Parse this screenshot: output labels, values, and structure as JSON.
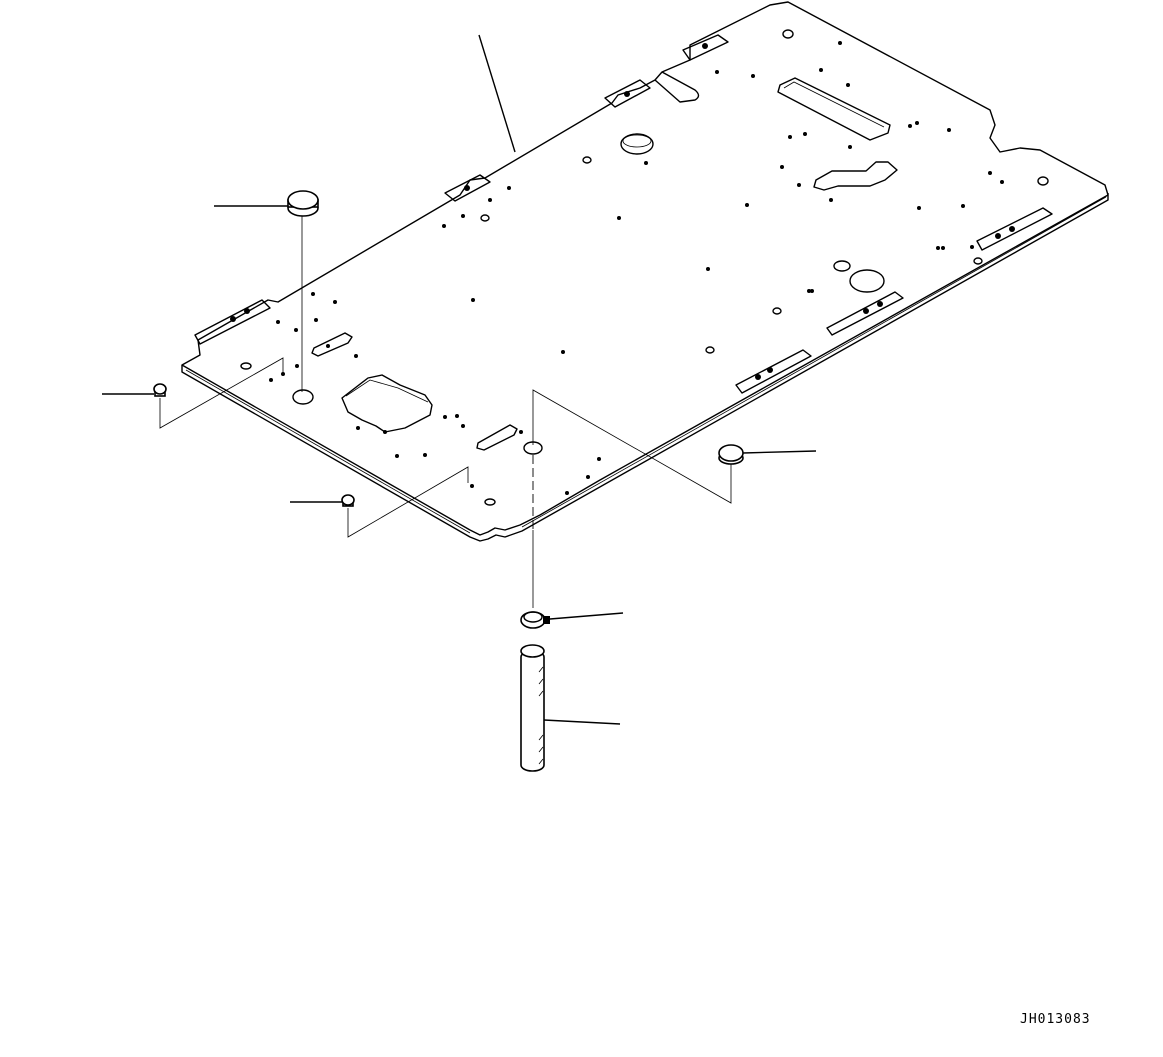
{
  "diagram": {
    "type": "exploded-parts-view",
    "drawing_id": "JH013083",
    "colors": {
      "line": "#000000",
      "background": "#ffffff"
    },
    "parts": [
      {
        "name": "floor-plate",
        "callout_label": ""
      },
      {
        "name": "cap-upper-left",
        "callout_label": ""
      },
      {
        "name": "grommet-left",
        "callout_label": ""
      },
      {
        "name": "grommet-lower-left",
        "callout_label": ""
      },
      {
        "name": "cap-right",
        "callout_label": ""
      },
      {
        "name": "hose-clamp",
        "callout_label": ""
      },
      {
        "name": "drain-hose",
        "callout_label": ""
      }
    ]
  }
}
